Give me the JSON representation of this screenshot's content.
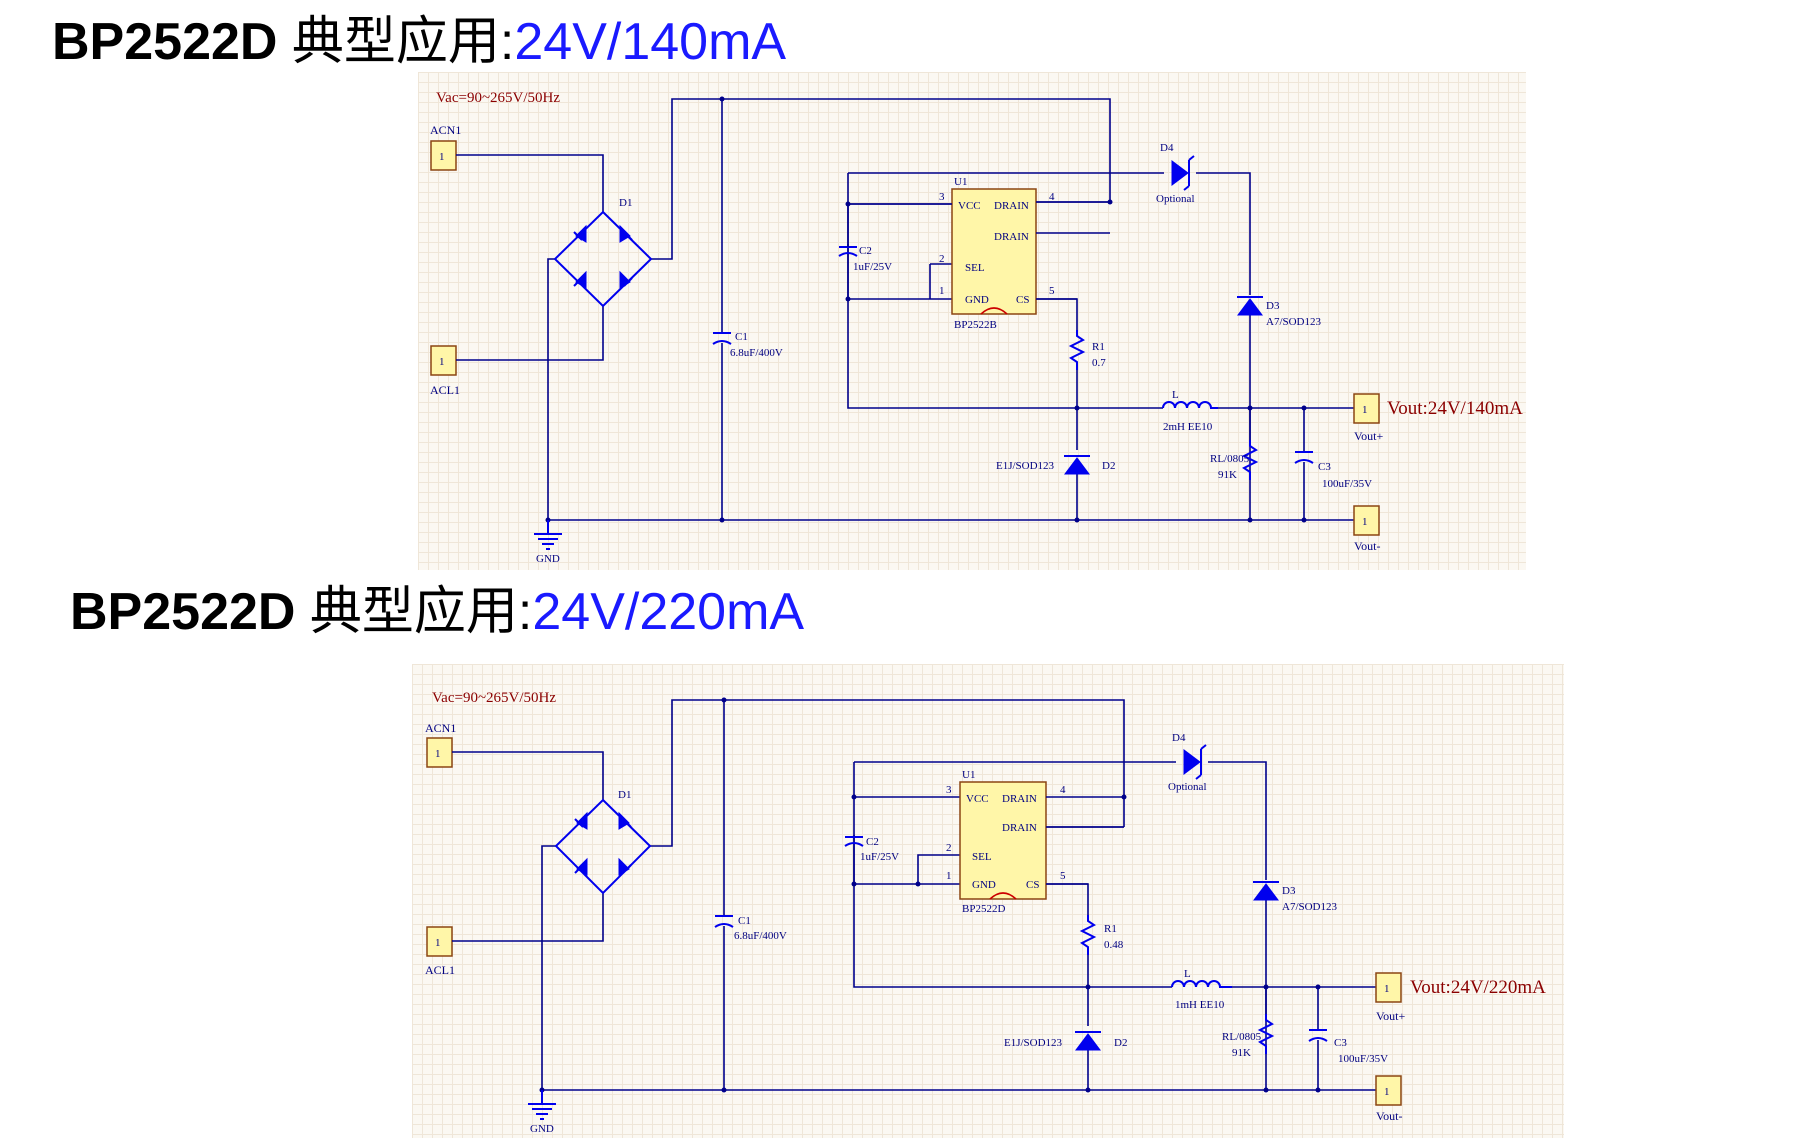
{
  "sections": [
    {
      "heading": {
        "part": "BP2522D",
        "label": "典型应用:",
        "spec": "24V/140mA"
      },
      "schematic": {
        "vac": "Vac=90~265V/50Hz",
        "acn1": "ACN1",
        "acl1": "ACL1",
        "port_pin": "1",
        "d1": "D1",
        "c1": "C1",
        "c1_val": "6.8uF/400V",
        "c2": "C2",
        "c2_val": "1uF/25V",
        "u1": "U1",
        "chip_name": "BP2522B",
        "pin_vcc": "VCC",
        "pin_drain": "DRAIN",
        "pin_sel": "SEL",
        "pin_gnd": "GND",
        "pin_cs": "CS",
        "pin_num_3": "3",
        "pin_num_4": "4",
        "pin_num_2": "2",
        "pin_num_1": "1",
        "pin_num_5": "5",
        "d4": "D4",
        "d4_note": "Optional",
        "d3": "D3",
        "d3_val": "A7/SOD123",
        "r1": "R1",
        "r1_val": "0.7",
        "l": "L",
        "l_val": "2mH EE10",
        "d2": "D2",
        "d2_val": "E1J/SOD123",
        "rl": "RL/0805",
        "rl_val": "91K",
        "c3": "C3",
        "c3_val": "100uF/35V",
        "vout_label": "Vout:24V/140mA",
        "vout_plus": "Vout+",
        "vout_minus": "Vout-",
        "gnd": "GND"
      }
    },
    {
      "heading": {
        "part": "BP2522D",
        "label": "典型应用:",
        "spec": "24V/220mA"
      },
      "schematic": {
        "vac": "Vac=90~265V/50Hz",
        "acn1": "ACN1",
        "acl1": "ACL1",
        "port_pin": "1",
        "d1": "D1",
        "c1": "C1",
        "c1_val": "6.8uF/400V",
        "c2": "C2",
        "c2_val": "1uF/25V",
        "u1": "U1",
        "chip_name": "BP2522D",
        "pin_vcc": "VCC",
        "pin_drain": "DRAIN",
        "pin_sel": "SEL",
        "pin_gnd": "GND",
        "pin_cs": "CS",
        "pin_num_3": "3",
        "pin_num_4": "4",
        "pin_num_2": "2",
        "pin_num_1": "1",
        "pin_num_5": "5",
        "d4": "D4",
        "d4_note": "Optional",
        "d3": "D3",
        "d3_val": "A7/SOD123",
        "r1": "R1",
        "r1_val": "0.48",
        "l": "L",
        "l_val": "1mH EE10",
        "d2": "D2",
        "d2_val": "E1J/SOD123",
        "rl": "RL/0805",
        "rl_val": "91K",
        "c3": "C3",
        "c3_val": "100uF/35V",
        "vout_label": "Vout:24V/220mA",
        "vout_plus": "Vout+",
        "vout_minus": "Vout-",
        "gnd": "GND"
      }
    }
  ]
}
